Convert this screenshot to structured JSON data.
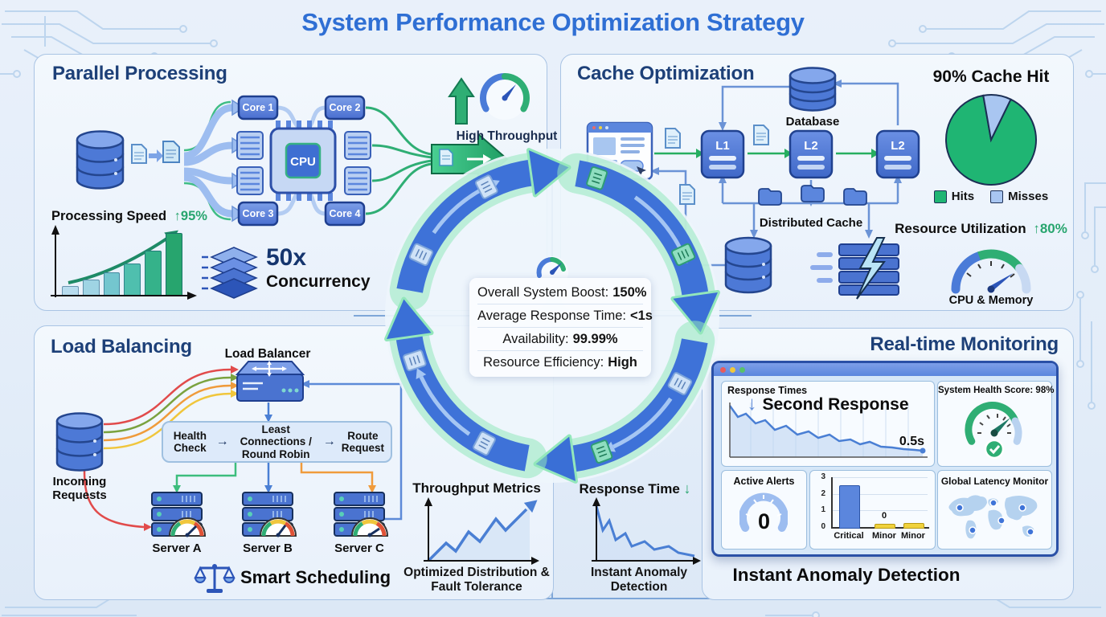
{
  "title": "System Performance Optimization Strategy",
  "parallel": {
    "title": "Parallel Processing",
    "cores": [
      "Core 1",
      "Core 2",
      "Core 3",
      "Core 4"
    ],
    "cpu": "CPU",
    "high_throughput": "High Throughput",
    "speed_label": "Processing Speed",
    "speed_delta": "↑95%",
    "concurrency_value": "50x",
    "concurrency_label": "Concurrency"
  },
  "cache": {
    "title": "Cache Optimization",
    "database": "Database",
    "levels": [
      "L1",
      "L2",
      "L2"
    ],
    "distributed": "Distributed Cache",
    "pie_title": "90% Cache Hit",
    "legend": {
      "hits": "Hits",
      "misses": "Misses"
    },
    "utilization_label": "Resource Utilization",
    "utilization_delta": "↑80%",
    "utilization_sub": "CPU & Memory"
  },
  "load": {
    "title": "Load Balancing",
    "balancer": "Load Balancer",
    "incoming": "Incoming Requests",
    "steps": [
      "Health Check",
      "Least Connections / Round Robin",
      "Route Request"
    ],
    "step_arrow": "→",
    "servers": [
      "Server A",
      "Server B",
      "Server C"
    ],
    "scheduling": "Smart Scheduling"
  },
  "throughput": {
    "title": "Throughput Metrics",
    "caption": "Optimized Distribution & Fault Tolerance"
  },
  "response": {
    "title": "Response Time",
    "arrow": "↓",
    "caption": "Instant Anomaly Detection"
  },
  "monitoring": {
    "title": "Real-time Monitoring",
    "response_label": "Response Times",
    "annotation_arrow": "↓",
    "annotation": "Second Response",
    "end_value": "0.5s",
    "health_label": "System Health Score: 98%",
    "alerts_label": "Active Alerts",
    "alerts_value": "0",
    "latency_label": "Global Latency Monitor",
    "footer": "Instant Anomaly Detection"
  },
  "center": {
    "metrics": [
      {
        "label": "Overall System Boost:",
        "value": "150%"
      },
      {
        "label": "Average Response Time:",
        "value": "<1s"
      },
      {
        "label": "Availability:",
        "value": "99.99%"
      },
      {
        "label": "Resource Efficiency:",
        "value": "High"
      }
    ]
  },
  "chart_data": [
    {
      "type": "bar",
      "title": "Processing Speed",
      "delta_label": "↑95%",
      "values": [
        12,
        22,
        34,
        48,
        68,
        95
      ],
      "ylim": [
        0,
        100
      ],
      "colors": [
        "#b7dcee",
        "#9fd4e4",
        "#74c6cf",
        "#4fbfae",
        "#35b28a",
        "#27a56e"
      ]
    },
    {
      "type": "pie",
      "title": "90% Cache Hit",
      "labels": [
        "Hits",
        "Misses"
      ],
      "values": [
        90,
        10
      ],
      "colors": [
        "#1fb573",
        "#a9c6f1"
      ]
    },
    {
      "type": "gauge",
      "title": "Resource Utilization",
      "value": 80,
      "sublabel": "CPU & Memory"
    },
    {
      "type": "line",
      "title": "Throughput Metrics",
      "trend": "rising",
      "caption": "Optimized Distribution & Fault Tolerance"
    },
    {
      "type": "line",
      "title": "Response Time",
      "trend": "falling",
      "caption": "Instant Anomaly Detection"
    },
    {
      "type": "line",
      "title": "Response Times",
      "annotation": "Second Response",
      "end_value": "0.5s",
      "trend": "falling"
    },
    {
      "type": "gauge",
      "title": "System Health Score",
      "value": 98
    },
    {
      "type": "bar",
      "title": "Active Alerts",
      "categories": [
        "Critical",
        "Minor",
        "Minor"
      ],
      "values": [
        2.5,
        0.2,
        0.25
      ],
      "ylim": [
        0,
        3
      ],
      "yticks": [
        0,
        1,
        2,
        3
      ],
      "colors": [
        "#5b86dd",
        "#f0d23c",
        "#f0d23c"
      ],
      "border_colors": [
        "#2c55a8",
        "#b89a14",
        "#b89a14"
      ],
      "bar_labels": [
        "",
        "0",
        ""
      ]
    }
  ]
}
